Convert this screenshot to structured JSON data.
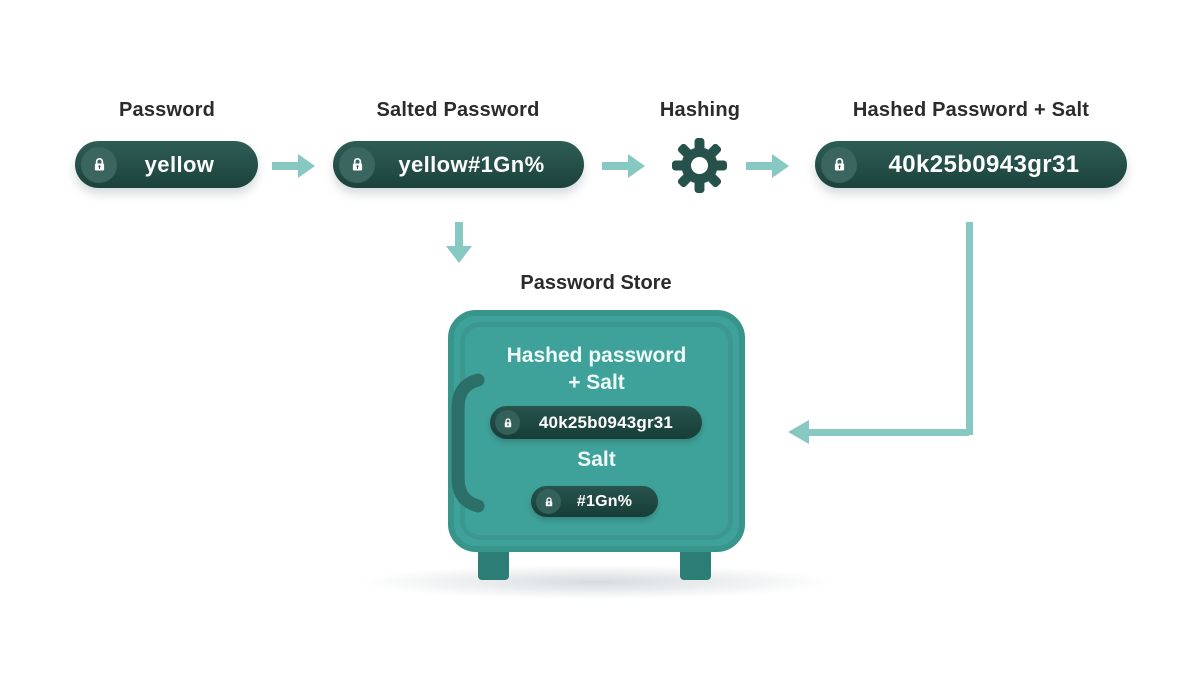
{
  "flow": {
    "step1_label": "Password",
    "step1_value": "yellow",
    "step2_label": "Salted Password",
    "step2_value": "yellow#1Gn%",
    "step3_label": "Hashing",
    "step4_label": "Hashed Password + Salt",
    "step4_value": "40k25b0943gr31"
  },
  "store": {
    "title": "Password Store",
    "hashed_caption_line1": "Hashed password",
    "hashed_caption_line2": "+ Salt",
    "hashed_value": "40k25b0943gr31",
    "salt_caption": "Salt",
    "salt_value": "#1Gn%"
  },
  "icons": {
    "lock": "padlock",
    "gear": "cog-wheel",
    "arrow_right": "right-arrow",
    "arrow_down": "down-arrow",
    "arrow_elbow": "elbow-arrow-left"
  },
  "colors": {
    "background": "#ffffff",
    "pill_dark_top": "#2e5d56",
    "pill_dark_bottom": "#1c423c",
    "pill_badge": "#3a665f",
    "inner_pill_top": "#27544d",
    "inner_pill_bottom": "#173d37",
    "inner_pill_badge": "#33615a",
    "arrow": "#87c8c2",
    "safe_body": "#3fa29a",
    "safe_border": "#37958c",
    "safe_dark": "#2c7d75",
    "label_text": "#2b2b2b",
    "pill_text": "#ffffff",
    "store_text": "#eefaf7"
  }
}
